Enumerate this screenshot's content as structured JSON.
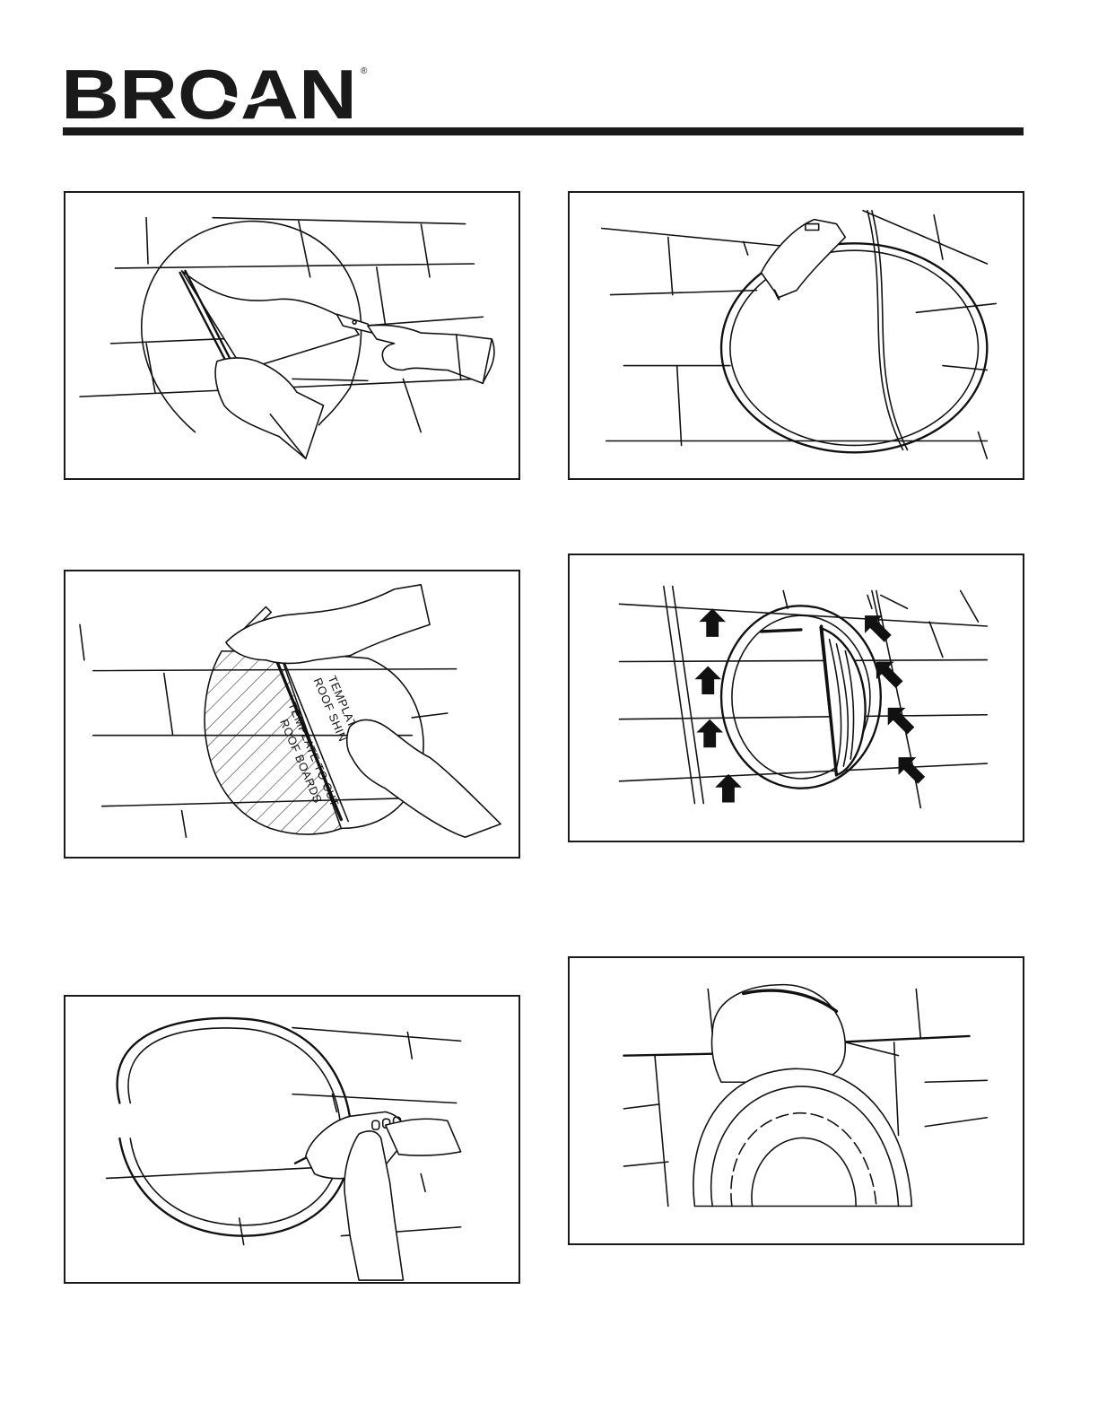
{
  "brand": {
    "name": "BROAN",
    "registered_mark": "®"
  },
  "figures": [
    {
      "id": "fig-1"
    },
    {
      "id": "fig-2"
    },
    {
      "id": "fig-3",
      "template_labels": [
        "TEMPLATE TO CUT",
        "ROOF BOARDS",
        "TEMPLATE TO",
        "ROOF SHIN"
      ]
    },
    {
      "id": "fig-4"
    },
    {
      "id": "fig-5"
    },
    {
      "id": "fig-6"
    }
  ]
}
